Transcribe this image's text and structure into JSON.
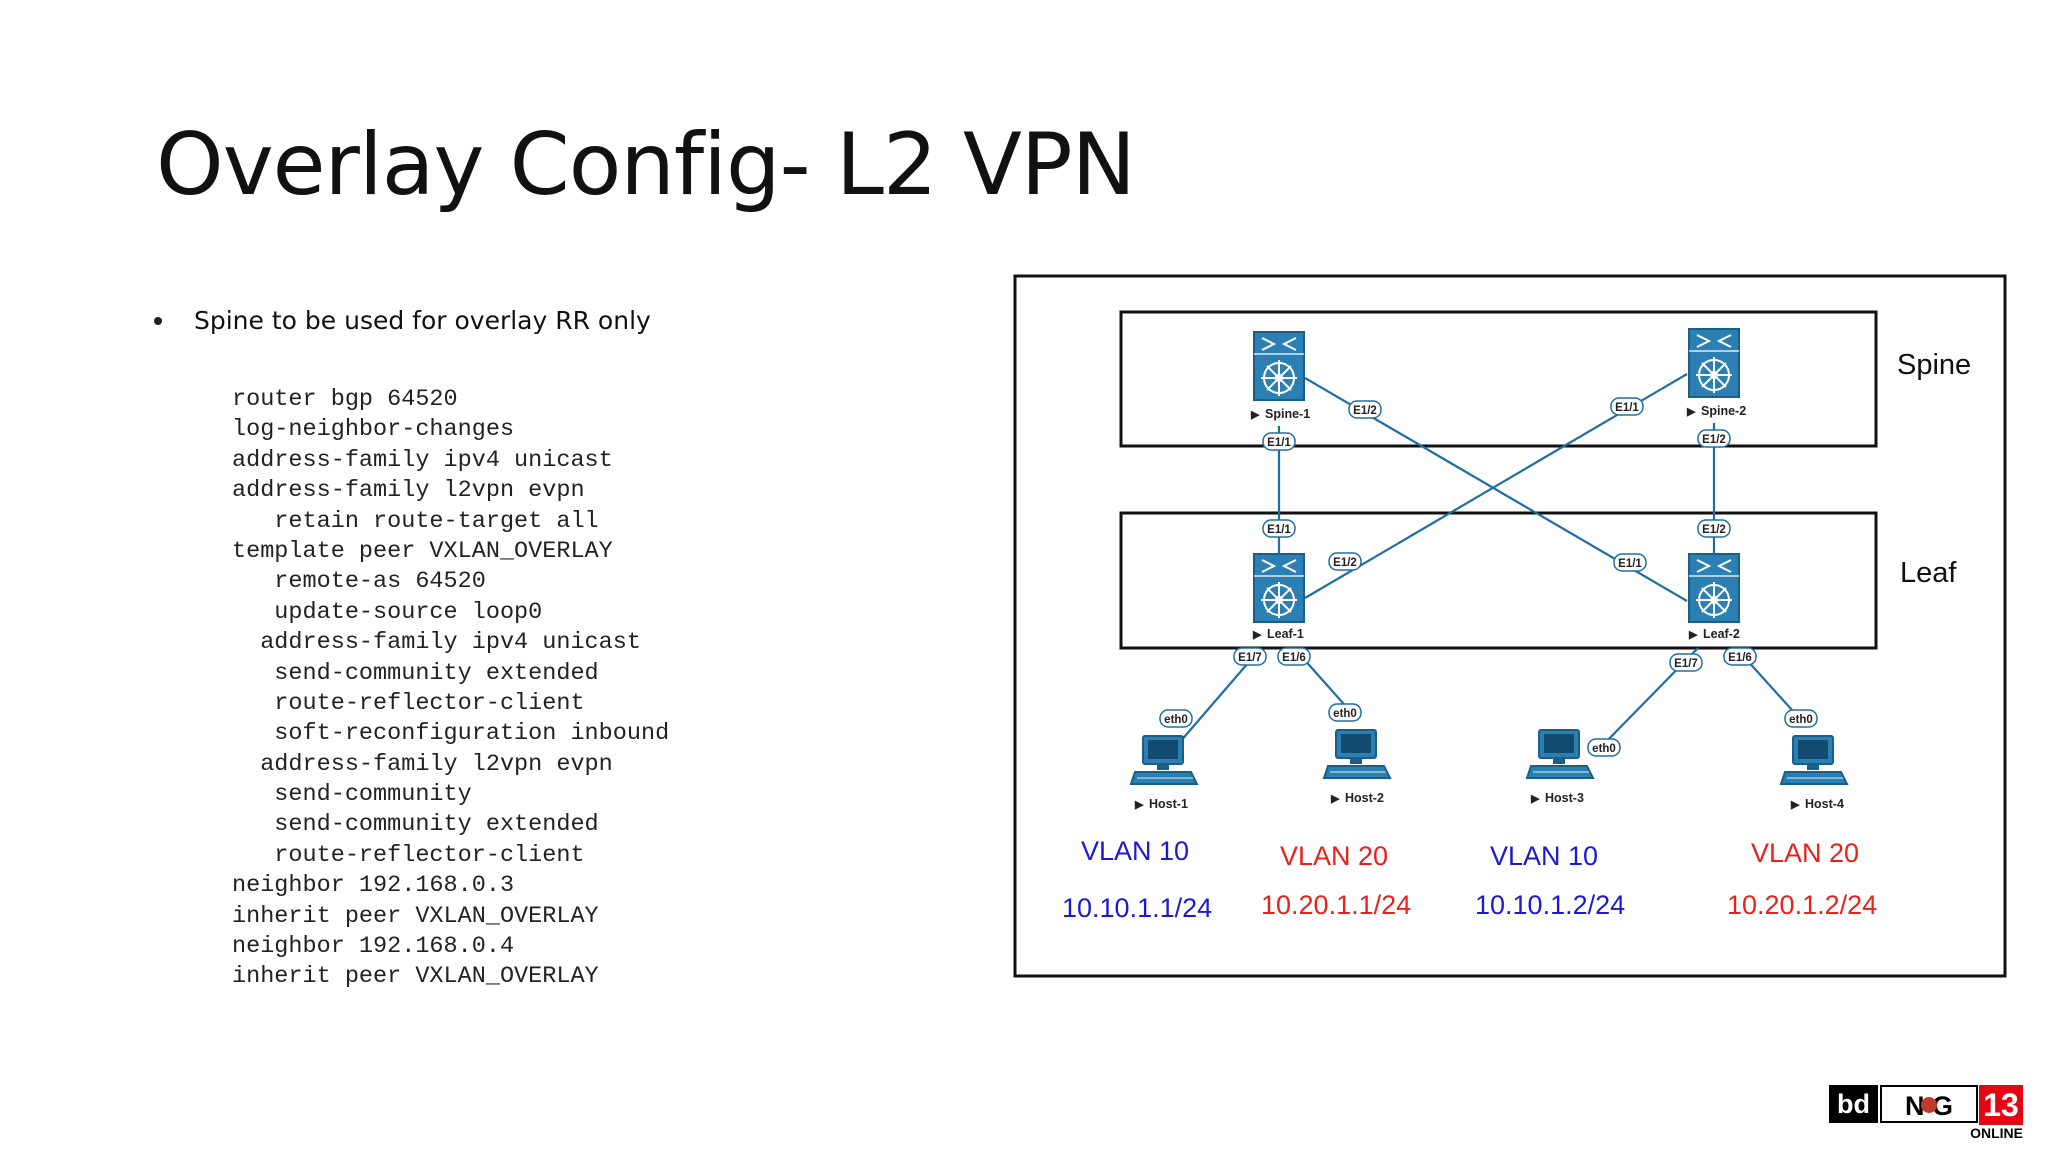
{
  "slide": {
    "title": "Overlay Config- L2 VPN",
    "bullet": "Spine to be used for overlay RR only"
  },
  "config": {
    "lines": [
      "router bgp 64520",
      "log-neighbor-changes",
      "address-family ipv4 unicast",
      "address-family l2vpn evpn",
      "   retain route-target all",
      "template peer VXLAN_OVERLAY",
      "   remote-as 64520",
      "   update-source loop0",
      "  address-family ipv4 unicast",
      "   send-community extended",
      "   route-reflector-client",
      "   soft-reconfiguration inbound",
      "  address-family l2vpn evpn",
      "   send-community",
      "   send-community extended",
      "   route-reflector-client",
      "neighbor 192.168.0.3",
      "inherit peer VXLAN_OVERLAY",
      "neighbor 192.168.0.4",
      "inherit peer VXLAN_OVERLAY"
    ]
  },
  "diagram": {
    "tiers": {
      "spine": "Spine",
      "leaf": "Leaf"
    },
    "nodes": {
      "spine1": "Spine-1",
      "spine2": "Spine-2",
      "leaf1": "Leaf-1",
      "leaf2": "Leaf-2",
      "host1": "Host-1",
      "host2": "Host-2",
      "host3": "Host-3",
      "host4": "Host-4"
    },
    "ports": {
      "spine1_e11": "E1/1",
      "spine1_e12": "E1/2",
      "spine2_e11": "E1/1",
      "spine2_e12": "E1/2",
      "leaf1_e11": "E1/1",
      "leaf1_e12": "E1/2",
      "leaf1_e17": "E1/7",
      "leaf1_e16": "E1/6",
      "leaf2_e11": "E1/1",
      "leaf2_e12": "E1/2",
      "leaf2_e17": "E1/7",
      "leaf2_e16": "E1/6",
      "host1_eth": "eth0",
      "host2_eth": "eth0",
      "host3_eth": "eth0",
      "host4_eth": "eth0"
    },
    "vlans": [
      {
        "vlan": "VLAN 10",
        "ip": "10.10.1.1/24",
        "color": "#1a1ad0"
      },
      {
        "vlan": "VLAN 20",
        "ip": "10.20.1.1/24",
        "color": "#e8221b"
      },
      {
        "vlan": "VLAN 10",
        "ip": "10.10.1.2/24",
        "color": "#1a1ad0"
      },
      {
        "vlan": "VLAN 20",
        "ip": "10.20.1.2/24",
        "color": "#e8221b"
      }
    ],
    "link_color": "#1f6ea3",
    "switch_color": "#2b7fb3"
  },
  "logo": {
    "bd": "bd",
    "nog": "N G",
    "num": "13",
    "online": "ONLINE"
  }
}
